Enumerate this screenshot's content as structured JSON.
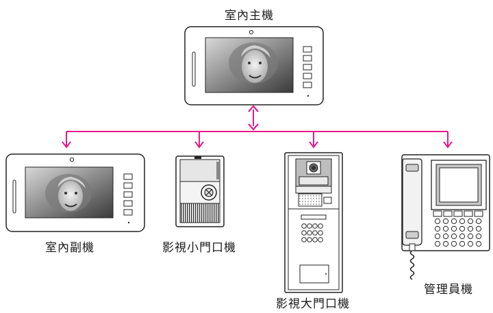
{
  "diagram": {
    "main_unit": {
      "label": "室內主機"
    },
    "devices": [
      {
        "id": "indoor-sub",
        "label": "室內副機"
      },
      {
        "id": "small-door",
        "label": "影視小門口機"
      },
      {
        "id": "large-door",
        "label": "影視大門口機"
      },
      {
        "id": "admin",
        "label": "管理員機"
      }
    ],
    "colors": {
      "connector": "#e6198a",
      "outline": "#222222",
      "panel": "#f4f4f4",
      "accent_gray": "#bdbdbd"
    }
  }
}
